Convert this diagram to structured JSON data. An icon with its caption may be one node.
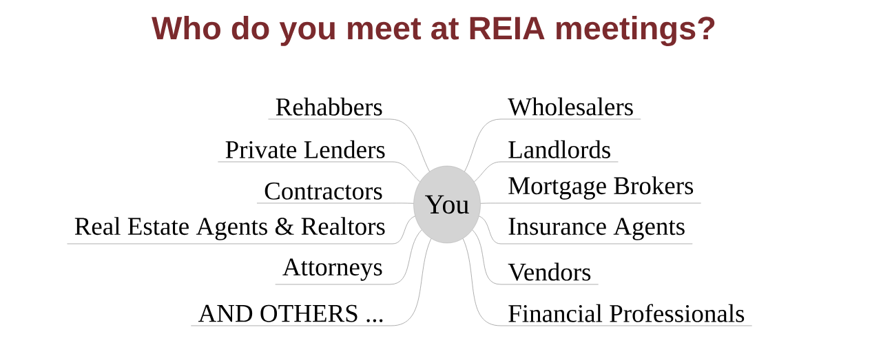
{
  "diagram": {
    "title": "Who do you meet at REIA meetings?",
    "nodes": [
      {
        "text": [
          "You"
        ]
      },
      {
        "text": [
          "Rehabbers"
        ]
      },
      {
        "text": [
          "Private Lenders"
        ]
      },
      {
        "text": [
          "Contractors"
        ]
      },
      {
        "text": [
          "Real Estate Agents & Realtors"
        ]
      },
      {
        "text": [
          "Attorneys"
        ]
      },
      {
        "text": [
          "AND OTHERS ..."
        ]
      },
      {
        "text": [
          "Wholesalers"
        ]
      },
      {
        "text": [
          "Landlords"
        ]
      },
      {
        "text": [
          "Mortgage Brokers"
        ]
      },
      {
        "text": [
          "Insurance Agents"
        ]
      },
      {
        "text": [
          "Vendors"
        ]
      },
      {
        "text": [
          "Financial Professionals"
        ]
      }
    ],
    "edges": [
      {
        "from": 0,
        "to": 1,
        "arrow": "none"
      },
      {
        "from": 0,
        "to": 2,
        "arrow": "none"
      },
      {
        "from": 0,
        "to": 3,
        "arrow": "none"
      },
      {
        "from": 0,
        "to": 4,
        "arrow": "none"
      },
      {
        "from": 0,
        "to": 5,
        "arrow": "none"
      },
      {
        "from": 0,
        "to": 6,
        "arrow": "none"
      },
      {
        "from": 0,
        "to": 7,
        "arrow": "none"
      },
      {
        "from": 0,
        "to": 8,
        "arrow": "none"
      },
      {
        "from": 0,
        "to": 9,
        "arrow": "none"
      },
      {
        "from": 0,
        "to": 10,
        "arrow": "none"
      },
      {
        "from": 0,
        "to": 11,
        "arrow": "none"
      },
      {
        "from": 0,
        "to": 12,
        "arrow": "none"
      }
    ]
  }
}
